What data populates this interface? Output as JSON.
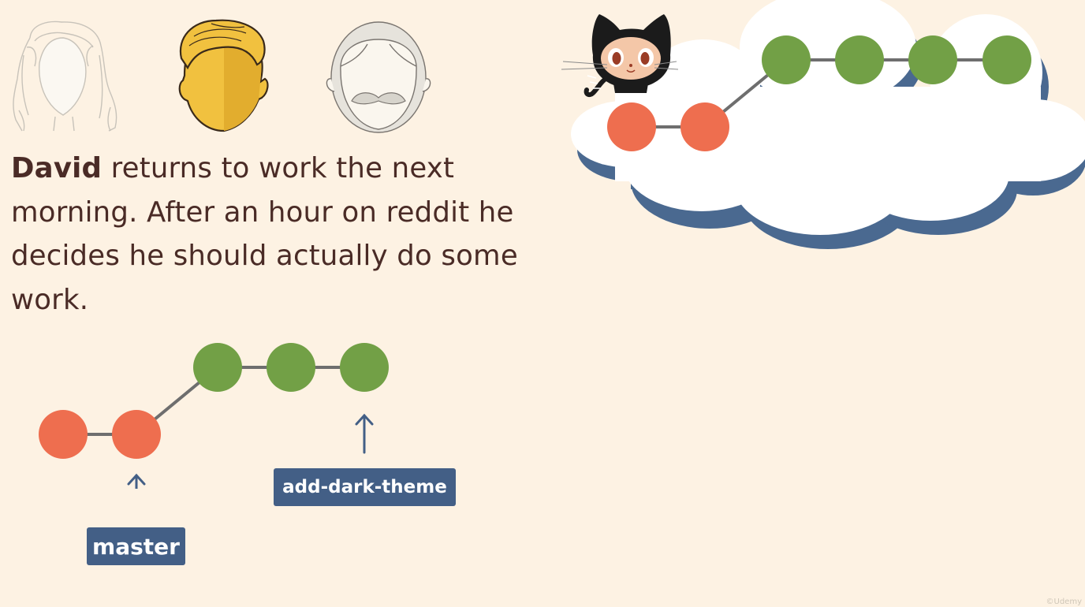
{
  "caption": {
    "name": "David",
    "text": " returns to work the next morning.  After an hour on reddit he decides he should actually do some work."
  },
  "branches": {
    "master_label": "master",
    "feature_label": "add-dark-theme"
  },
  "watermark": "©Udemy",
  "colors": {
    "background": "#fdf2e3",
    "master_commit": "#ee6e4f",
    "feature_commit": "#72a046",
    "branch_tag": "#435f86",
    "text": "#4a2b26"
  },
  "icons": [
    "woman-avatar-icon",
    "man-avatar-icon",
    "old-man-avatar-icon",
    "octocat-icon",
    "cloud-icon"
  ]
}
